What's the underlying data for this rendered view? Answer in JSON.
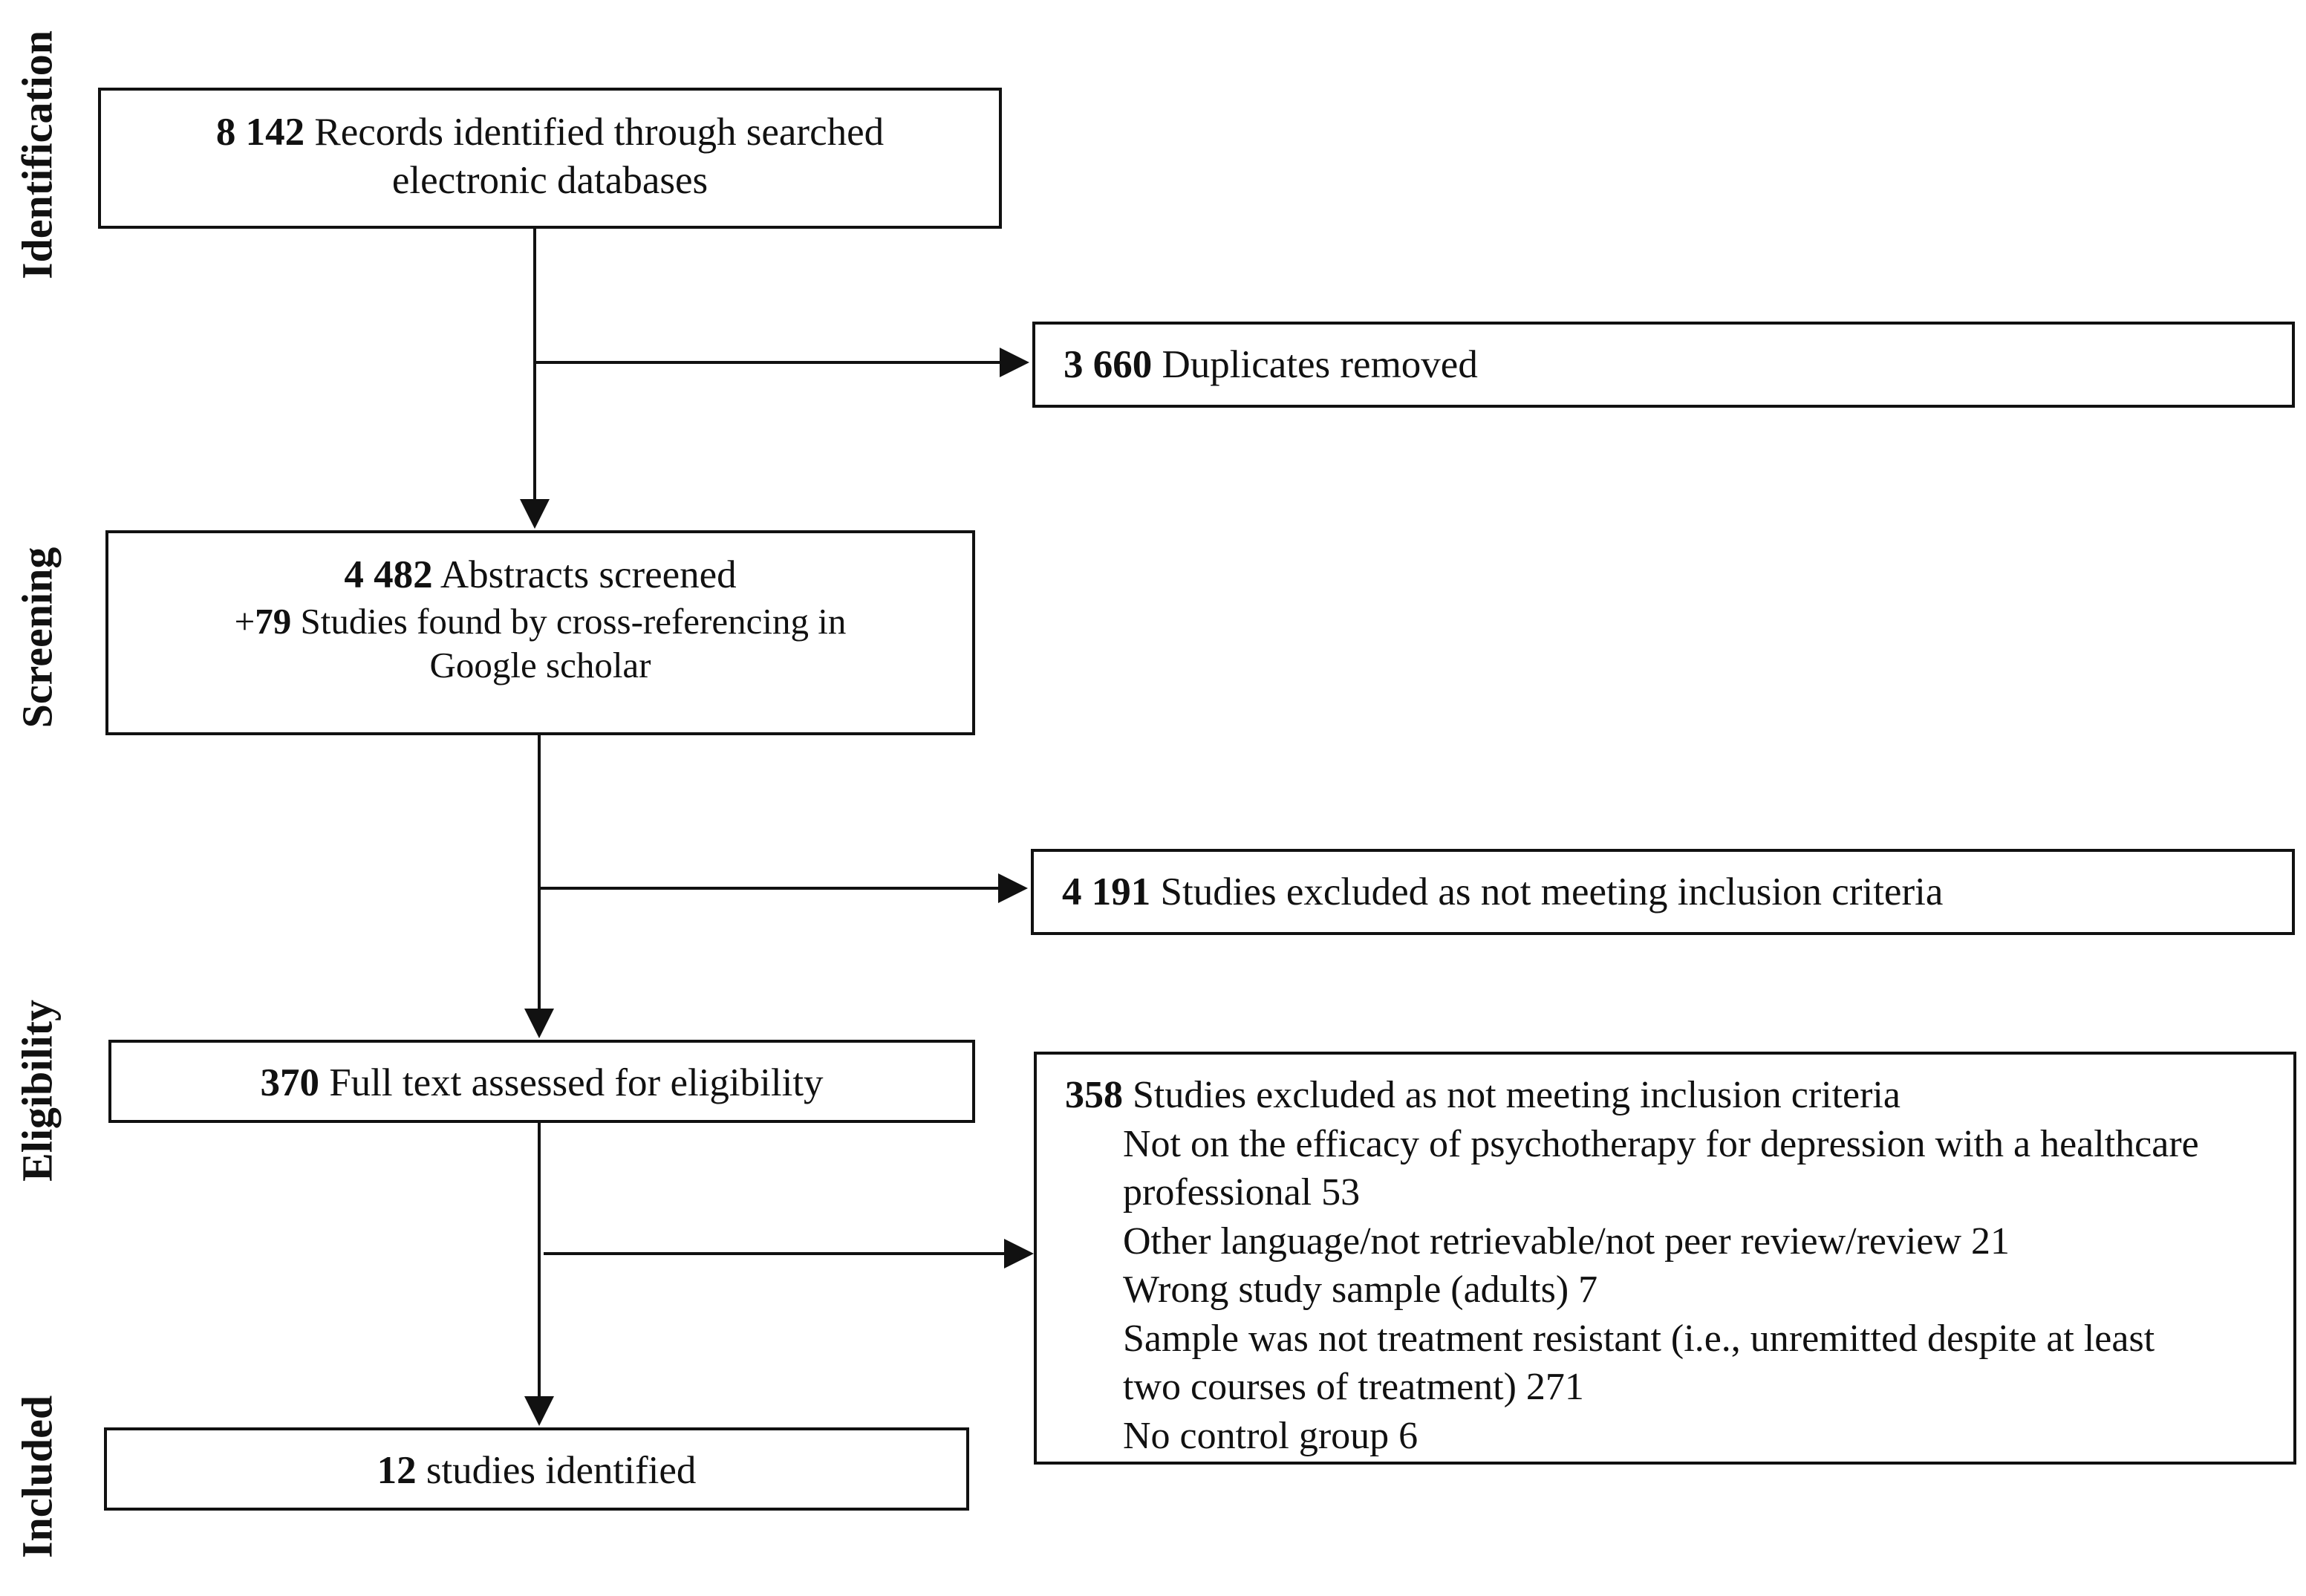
{
  "stages": [
    "Identification",
    "Screening",
    "Eligibility",
    "Included"
  ],
  "records": {
    "count": "8 142",
    "text": "Records identified through searched",
    "text2": "electronic databases"
  },
  "duplicates": {
    "count": "3 660",
    "text": "Duplicates removed"
  },
  "abstracts": {
    "count": "4 482",
    "text": "Abstracts screened",
    "plus": "+",
    "cross_count": "79",
    "cross_text": "Studies found by cross-referencing in",
    "cross_text2": "Google scholar"
  },
  "excluded_screening": {
    "count": "4 191",
    "text": "Studies excluded as not meeting inclusion criteria"
  },
  "fulltext": {
    "count": "370",
    "text": "Full text assessed for eligibility"
  },
  "excluded_eligibility": {
    "count": "358",
    "text": "Studies excluded as not meeting inclusion criteria",
    "reasons": [
      "Not on the efficacy of psychotherapy  for depression with a healthcare",
      "professional 53",
      "Other language/not retrievable/not peer review/review 21",
      "Wrong study sample (adults) 7",
      "Sample was not treatment resistant (i.e., unremitted despite at least",
      "two courses of treatment) 271",
      "No control group 6"
    ]
  },
  "included": {
    "count": "12",
    "text": "studies identified"
  }
}
